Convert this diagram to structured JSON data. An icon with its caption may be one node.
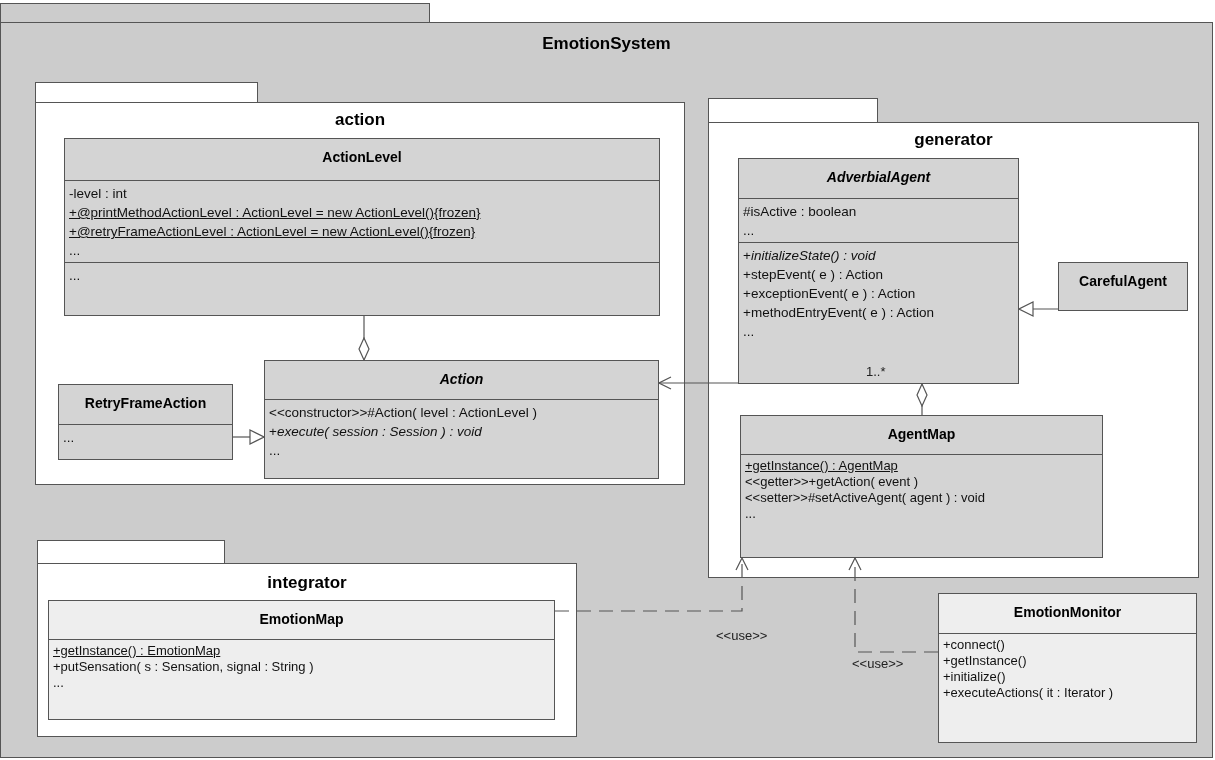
{
  "diagram": {
    "nodes": [
      {
        "text": [
          "EmotionSystem"
        ]
      },
      {
        "text": [
          "action"
        ],
        "in": 0
      },
      {
        "text": [
          "ActionLevel",
          "-level : int",
          "+@printMethodActionLevel : ActionLevel = new ActionLevel(){frozen}",
          "+@retryFrameActionLevel : ActionLevel = new ActionLevel(){frozen}",
          "...",
          "..."
        ],
        "in": 1
      },
      {
        "text": [
          "RetryFrameAction",
          "..."
        ],
        "in": 1
      },
      {
        "text": [
          "Action",
          "<<constructor>>#Action( level : ActionLevel )",
          "+*execute( session : Session ) : void*",
          "..."
        ],
        "in": 1
      },
      {
        "text": [
          "generator"
        ],
        "in": 0
      },
      {
        "text": [
          "AdverbialAgent",
          "#isActive : boolean",
          "...",
          "+*initializeState() : void*",
          "+stepEvent( e ) : Action",
          "+exceptionEvent( e ) : Action",
          "+methodEntryEvent( e ) : Action",
          "..."
        ],
        "in": 5
      },
      {
        "text": [
          "CarefulAgent"
        ],
        "in": 5
      },
      {
        "text": [
          "AgentMap",
          "+getInstance() : AgentMap",
          "<<getter>>+getAction( event )",
          "<<setter>>#setActiveAgent( agent ) : void",
          "..."
        ],
        "in": 5
      },
      {
        "text": [
          "integrator"
        ],
        "in": 0
      },
      {
        "text": [
          "EmotionMap",
          "+getInstance() : EmotionMap",
          "+putSensation( s : Sensation, signal : String )",
          "..."
        ],
        "in": 9
      },
      {
        "text": [
          "EmotionMonitor",
          "+connect()",
          "+getInstance()",
          "+initialize()",
          "+executeActions( it : Iterator )"
        ],
        "in": 0
      }
    ],
    "edges": [
      {
        "from": 2,
        "to": 4,
        "arrow": "other"
      },
      {
        "from": 3,
        "to": 4,
        "arrow": "to"
      },
      {
        "from": 6,
        "to": 4,
        "arrow": "to"
      },
      {
        "from": 7,
        "to": 6,
        "arrow": "to"
      },
      {
        "from": 8,
        "to": 6,
        "arrow": "other",
        "label": "1..*"
      },
      {
        "from": 10,
        "to": 8,
        "arrow": "to",
        "style": "dashed",
        "label": "<<use>>"
      },
      {
        "from": 11,
        "to": 8,
        "arrow": "to",
        "style": "dashed",
        "label": "<<use>>"
      }
    ]
  }
}
